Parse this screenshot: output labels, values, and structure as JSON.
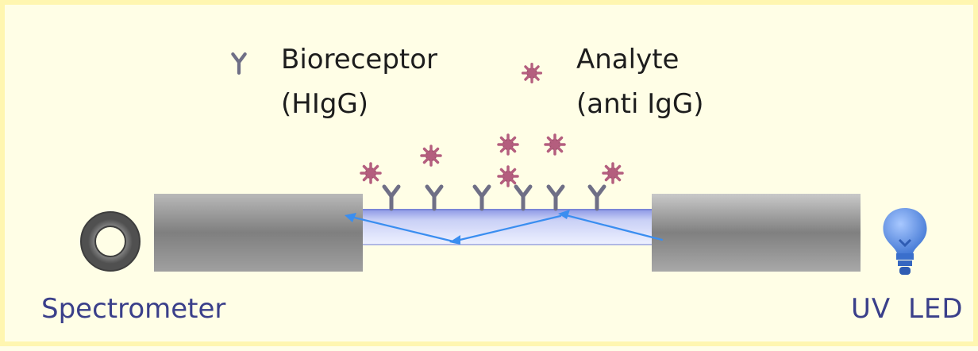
{
  "legend": {
    "bioreceptor_line1": "Bioreceptor",
    "bioreceptor_line2": "(HIgG)",
    "analyte_line1": "Analyte",
    "analyte_line2": "(anti IgG)"
  },
  "labels": {
    "spectrometer": "Spectrometer",
    "uv_led": "UV LED"
  },
  "colors": {
    "background": "#fffee6",
    "border": "#fff6b0",
    "analyte": "#9b4f6a",
    "bioreceptor": "#6f6f86",
    "light_ray": "#3a8ef0",
    "label_blue": "#3a3f8a",
    "bulb": "#5a8fe0"
  },
  "icons": {
    "spectrometer": "ring-icon",
    "uv_led": "light-bulb-icon",
    "bioreceptor": "y-antibody-icon",
    "analyte": "star-particle-icon"
  }
}
